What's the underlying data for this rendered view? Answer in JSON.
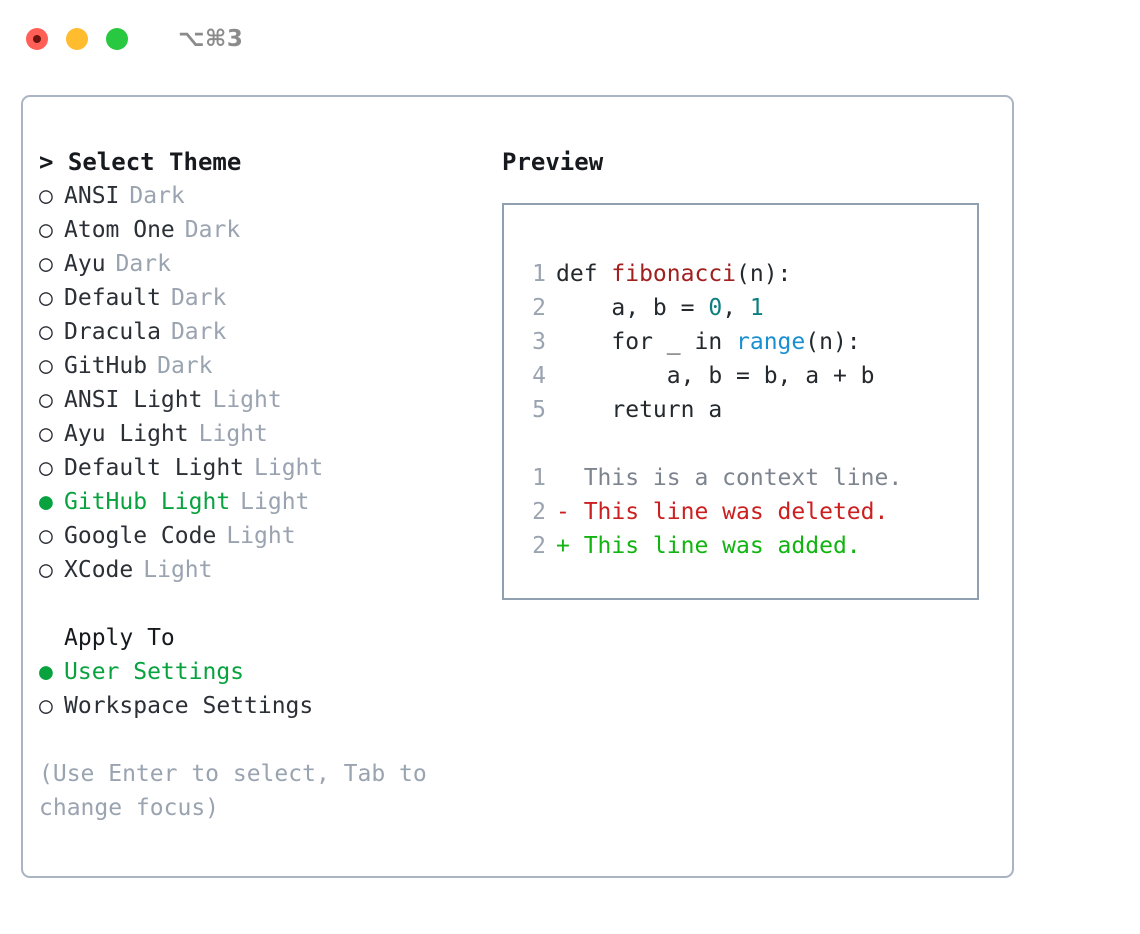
{
  "titlebar": {
    "shortcut": "⌥⌘3",
    "buttons": [
      {
        "name": "close",
        "color": "#ff5f57"
      },
      {
        "name": "minimize",
        "color": "#febc2e"
      },
      {
        "name": "maximize",
        "color": "#28c840"
      }
    ]
  },
  "theme_panel": {
    "heading": "> Select Theme",
    "options": [
      {
        "marker": "○",
        "label": "ANSI",
        "badge": "Dark",
        "selected": false
      },
      {
        "marker": "○",
        "label": "Atom One",
        "badge": "Dark",
        "selected": false
      },
      {
        "marker": "○",
        "label": "Ayu",
        "badge": "Dark",
        "selected": false
      },
      {
        "marker": "○",
        "label": "Default",
        "badge": "Dark",
        "selected": false
      },
      {
        "marker": "○",
        "label": "Dracula",
        "badge": "Dark",
        "selected": false
      },
      {
        "marker": "○",
        "label": "GitHub",
        "badge": "Dark",
        "selected": false
      },
      {
        "marker": "○",
        "label": "ANSI Light",
        "badge": "Light",
        "selected": false
      },
      {
        "marker": "○",
        "label": "Ayu Light",
        "badge": "Light",
        "selected": false
      },
      {
        "marker": "○",
        "label": "Default Light",
        "badge": "Light",
        "selected": false
      },
      {
        "marker": "●",
        "label": "GitHub Light",
        "badge": "Light",
        "selected": true
      },
      {
        "marker": "○",
        "label": "Google Code",
        "badge": "Light",
        "selected": false
      },
      {
        "marker": "○",
        "label": "XCode",
        "badge": "Light",
        "selected": false
      }
    ],
    "apply_to": {
      "heading": "Apply To",
      "options": [
        {
          "marker": "●",
          "label": "User Settings",
          "selected": true
        },
        {
          "marker": "○",
          "label": "Workspace Settings",
          "selected": false
        }
      ]
    },
    "hint": "(Use Enter to select, Tab to change focus)"
  },
  "preview": {
    "heading": "Preview",
    "code_lines": [
      {
        "number": "1",
        "tokens": [
          {
            "text": "def ",
            "type": "plain"
          },
          {
            "text": "fibonacci",
            "type": "fn"
          },
          {
            "text": "(n):",
            "type": "plain"
          }
        ]
      },
      {
        "number": "2",
        "tokens": [
          {
            "text": "    a, b = ",
            "type": "plain"
          },
          {
            "text": "0",
            "type": "num"
          },
          {
            "text": ", ",
            "type": "plain"
          },
          {
            "text": "1",
            "type": "num"
          }
        ]
      },
      {
        "number": "3",
        "tokens": [
          {
            "text": "    for _ in ",
            "type": "plain"
          },
          {
            "text": "range",
            "type": "call"
          },
          {
            "text": "(n):",
            "type": "plain"
          }
        ]
      },
      {
        "number": "4",
        "tokens": [
          {
            "text": "        a, b = b, a + b",
            "type": "plain"
          }
        ]
      },
      {
        "number": "5",
        "tokens": [
          {
            "text": "    return a",
            "type": "plain"
          }
        ]
      }
    ],
    "diff_lines": [
      {
        "number": "1",
        "text": "  This is a context line.",
        "kind": "context"
      },
      {
        "number": "2",
        "text": "- This line was deleted.",
        "kind": "del"
      },
      {
        "number": "2",
        "text": "+ This line was added.",
        "kind": "add"
      }
    ]
  },
  "colors": {
    "accent_green": "#08a33f",
    "muted": "#9aa3b0",
    "border": "#aab4c2",
    "preview_border": "#90a0b0",
    "syntax_function": "#a02020",
    "syntax_number": "#0d7f7f",
    "syntax_call": "#1a8fd0",
    "diff_add": "#11b411",
    "diff_del": "#cc2020"
  }
}
